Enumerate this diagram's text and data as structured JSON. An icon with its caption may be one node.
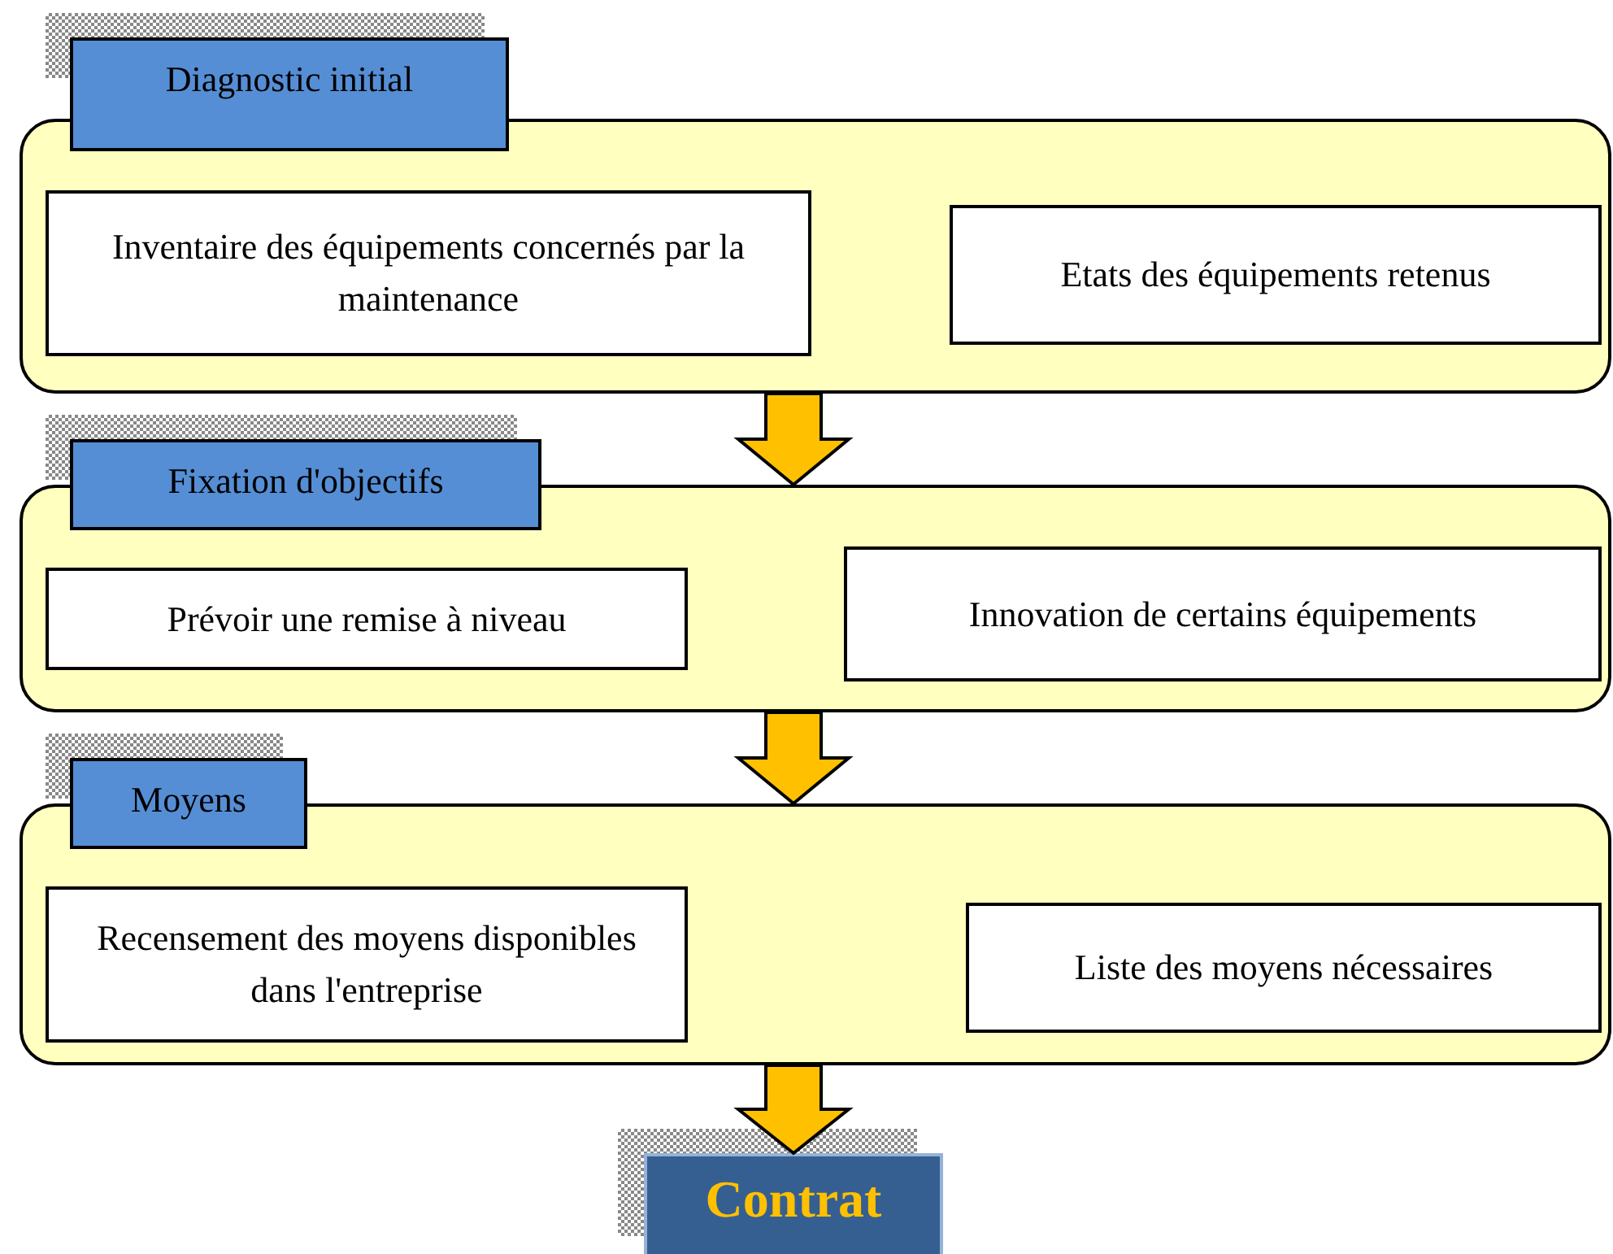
{
  "diagram": {
    "nodes": [
      {
        "text": [
          "Diagnostic initial"
        ]
      },
      {
        "text": [
          "Inventaire des équipements concernés par la maintenance"
        ],
        "in": 0
      },
      {
        "text": [
          "Etats des équipements retenus"
        ],
        "in": 0
      },
      {
        "text": [
          "Fixation d'objectifs"
        ]
      },
      {
        "text": [
          "Prévoir une remise à niveau"
        ],
        "in": 3
      },
      {
        "text": [
          "Innovation de certains équipements"
        ],
        "in": 3
      },
      {
        "text": [
          "Moyens"
        ]
      },
      {
        "text": [
          "Recensement des moyens disponibles dans l'entreprise"
        ],
        "in": 6
      },
      {
        "text": [
          "Liste des moyens nécessaires"
        ],
        "in": 6
      },
      {
        "text": [
          "Contrat"
        ]
      }
    ],
    "edges": [
      {
        "from": 0,
        "to": 3,
        "arrow": "to",
        "style": "thick"
      },
      {
        "from": 3,
        "to": 6,
        "arrow": "to",
        "style": "thick"
      },
      {
        "from": 6,
        "to": 9,
        "arrow": "to",
        "style": "thick"
      }
    ]
  }
}
